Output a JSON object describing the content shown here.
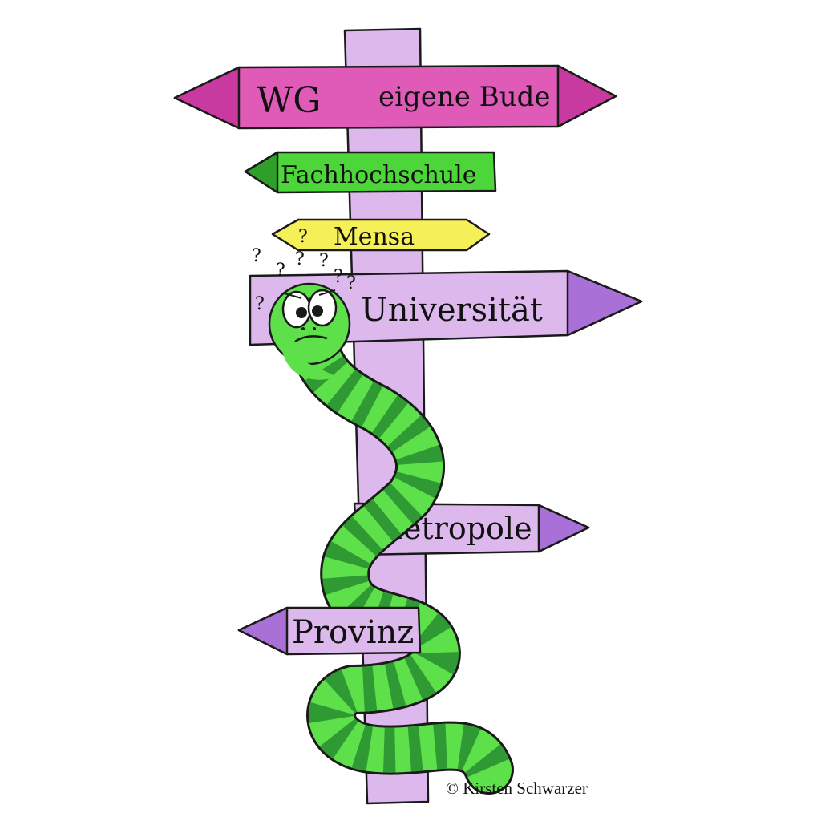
{
  "signs": {
    "wg": "WG",
    "eigene_bude": "eigene Bude",
    "fachhochschule": "Fachhochschule",
    "mensa": "Mensa",
    "universitaet": "Universität",
    "metropole": "Metropole",
    "provinz": "Provinz"
  },
  "question_marks": [
    "?",
    "?",
    "?",
    "?",
    "?",
    "?",
    "?",
    "?"
  ],
  "credit": "© Kirsten Schwarzer",
  "colors": {
    "magenta": "#e05ab8",
    "magenta_dark": "#c93aa0",
    "green": "#4cd63a",
    "green_dark": "#2ea02a",
    "yellow": "#f6f058",
    "lilac": "#dcb8ec",
    "purple_tip": "#a970d8",
    "worm_light": "#5de04a",
    "worm_dark": "#2f9a34"
  }
}
